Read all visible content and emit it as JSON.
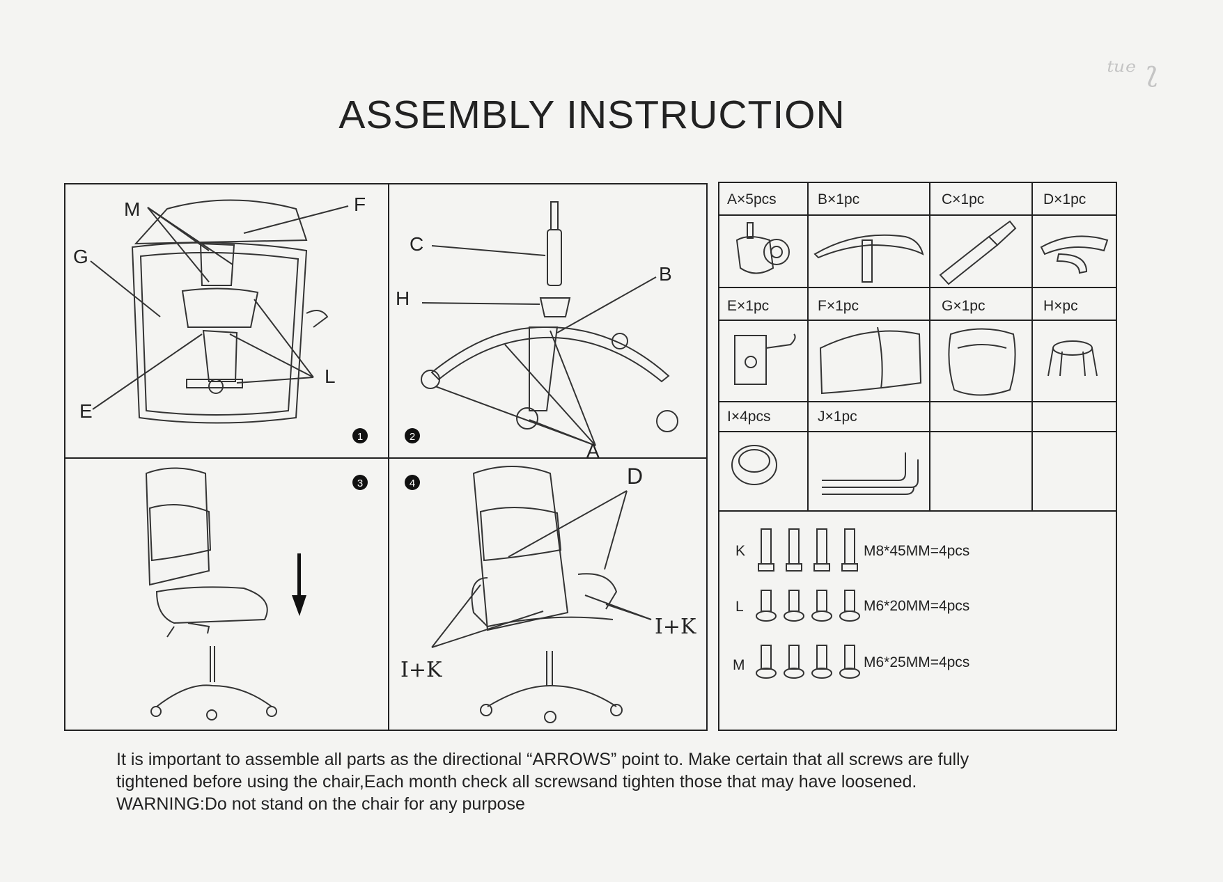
{
  "title": "ASSEMBLY INSTRUCTION",
  "steps": [
    {
      "number": "1",
      "labels": [
        "M",
        "F",
        "G",
        "L",
        "E"
      ]
    },
    {
      "number": "2",
      "labels": [
        "C",
        "H",
        "B",
        "A"
      ]
    },
    {
      "number": "3",
      "labels": []
    },
    {
      "number": "4",
      "labels": [
        "D",
        "I+K",
        "I+K"
      ]
    }
  ],
  "parts": [
    {
      "label": "A×5pcs",
      "icon": "caster-wheel-icon"
    },
    {
      "label": "B×1pc",
      "icon": "star-base-icon"
    },
    {
      "label": "C×1pc",
      "icon": "gas-lift-icon"
    },
    {
      "label": "D×1pc",
      "icon": "armrest-icon"
    },
    {
      "label": "E×1pc",
      "icon": "mechanism-plate-icon"
    },
    {
      "label": "F×1pc",
      "icon": "backrest-icon"
    },
    {
      "label": "G×1pc",
      "icon": "seat-cushion-icon"
    },
    {
      "label": "H×pc",
      "icon": "cylinder-cover-icon"
    },
    {
      "label": "I×4pcs",
      "icon": "armrest-cap-icon"
    },
    {
      "label": "J×1pc",
      "icon": "allen-key-icon"
    }
  ],
  "screws": [
    {
      "letter": "K",
      "spec": "M8*45MM=4pcs"
    },
    {
      "letter": "L",
      "spec": "M6*20MM=4pcs"
    },
    {
      "letter": "M",
      "spec": "M6*25MM=4pcs"
    }
  ],
  "notes": [
    "It is important to assemble all parts as the directional “ARROWS” point to. Make certain that all screws are fully",
    "tightened  before using the chair,Each month check all screwsand tighten those that may have loosened.",
    "WARNING:Do not stand on the chair for any purpose"
  ]
}
